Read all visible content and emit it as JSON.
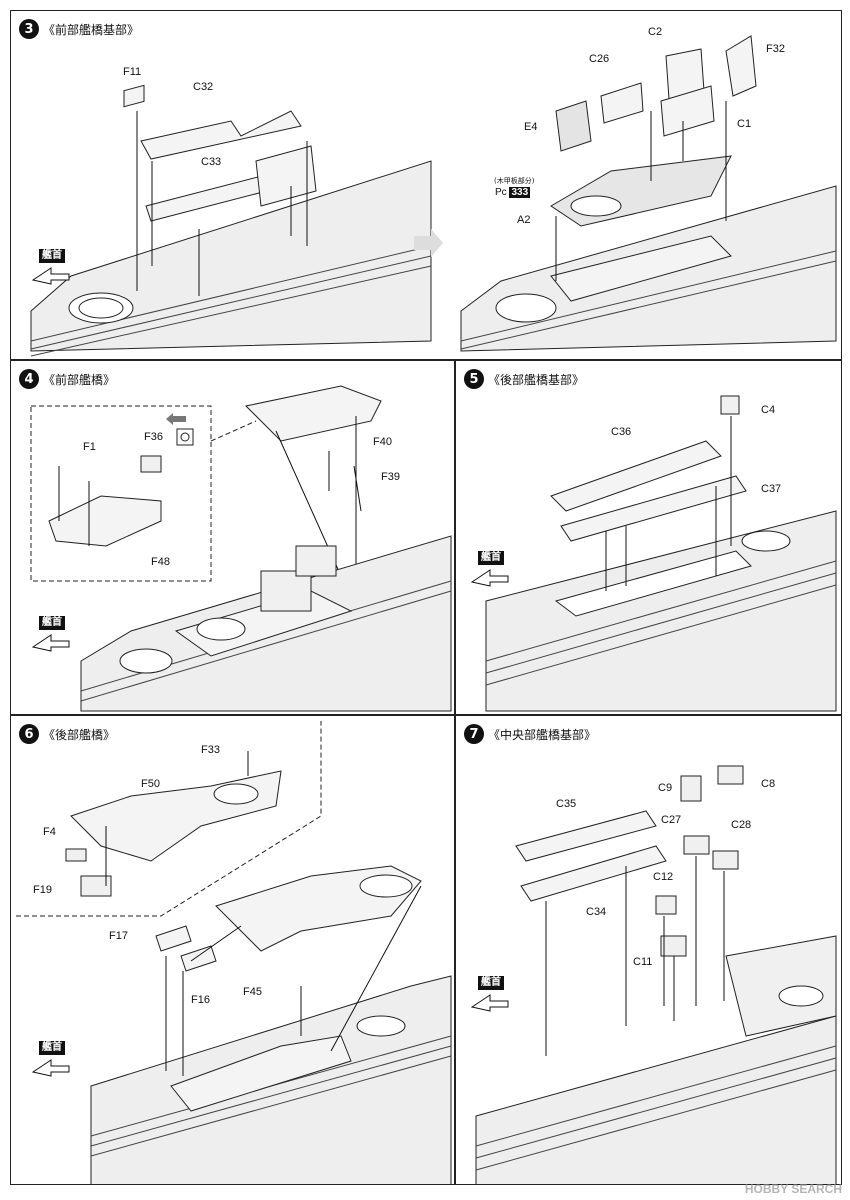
{
  "steps": [
    {
      "num": "3",
      "title": "《前部艦橋基部》"
    },
    {
      "num": "4",
      "title": "《前部艦橋》"
    },
    {
      "num": "5",
      "title": "《後部艦橋基部》"
    },
    {
      "num": "6",
      "title": "《後部艦橋》"
    },
    {
      "num": "7",
      "title": "《中央部艦橋基部》"
    }
  ],
  "bow_label": "艦首",
  "parts": {
    "step3": [
      "F11",
      "C32",
      "C33"
    ],
    "step3b": [
      "C2",
      "C26",
      "F32",
      "E4",
      "C1",
      "A2"
    ],
    "step3b_note": "(木甲板部分)",
    "step3b_pc_prefix": "Pc",
    "step3b_pc_num": "333",
    "step4": [
      "F1",
      "F36",
      "F48",
      "F40",
      "F39"
    ],
    "step5": [
      "C4",
      "C36",
      "C37"
    ],
    "step6": [
      "F33",
      "F50",
      "F4",
      "F19",
      "F17",
      "F16",
      "F45"
    ],
    "step7": [
      "C9",
      "C8",
      "C35",
      "C27",
      "C28",
      "C12",
      "C34",
      "C11"
    ]
  },
  "watermark": {
    "brand": "HOBBY",
    "suffix": "SEARCH"
  }
}
